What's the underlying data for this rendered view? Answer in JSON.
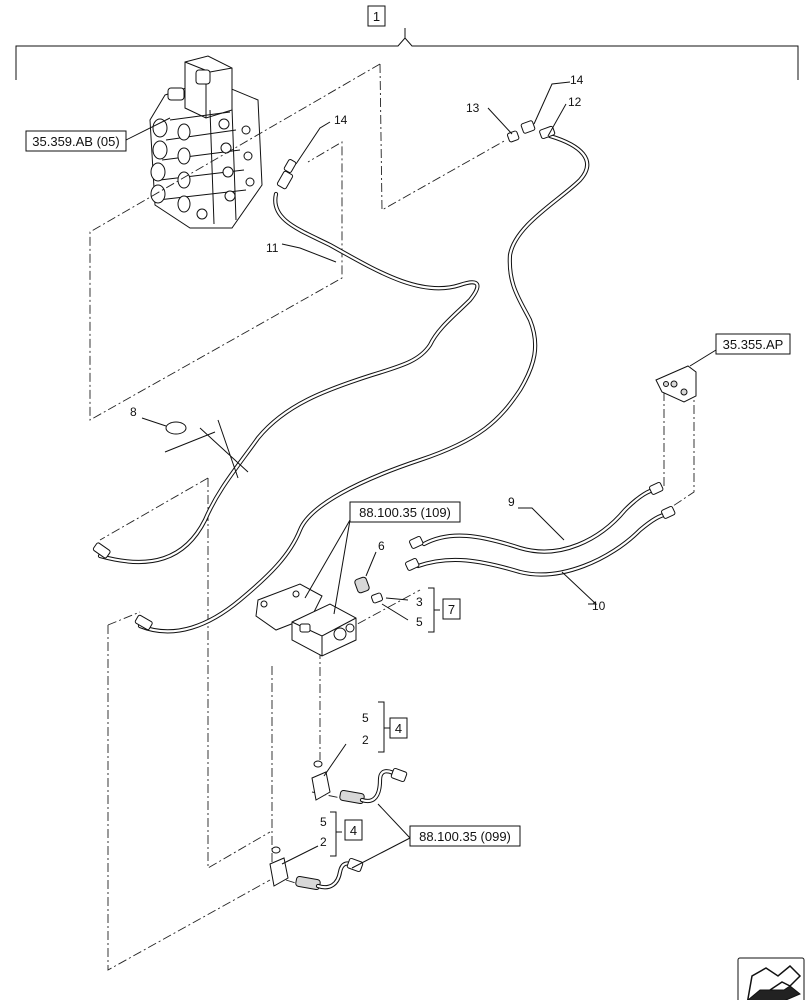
{
  "callouts": {
    "kit_1": "1",
    "ref_valve": "35.359.AB (05)",
    "ref_bracket": "35.355.AP",
    "ref_109": "88.100.35 (109)",
    "ref_099": "88.100.35 (099)",
    "item_2a": "2",
    "item_2b": "2",
    "item_3": "3",
    "kit_4a": "4",
    "kit_4b": "4",
    "item_5a": "5",
    "item_5b": "5",
    "item_5c": "5",
    "item_6": "6",
    "kit_7": "7",
    "item_8": "8",
    "item_9": "9",
    "item_10": "10",
    "item_11": "11",
    "item_12": "12",
    "item_13": "13",
    "item_14a": "14",
    "item_14b": "14"
  },
  "navigation": {
    "next_page_icon": "arrow-next-icon"
  }
}
